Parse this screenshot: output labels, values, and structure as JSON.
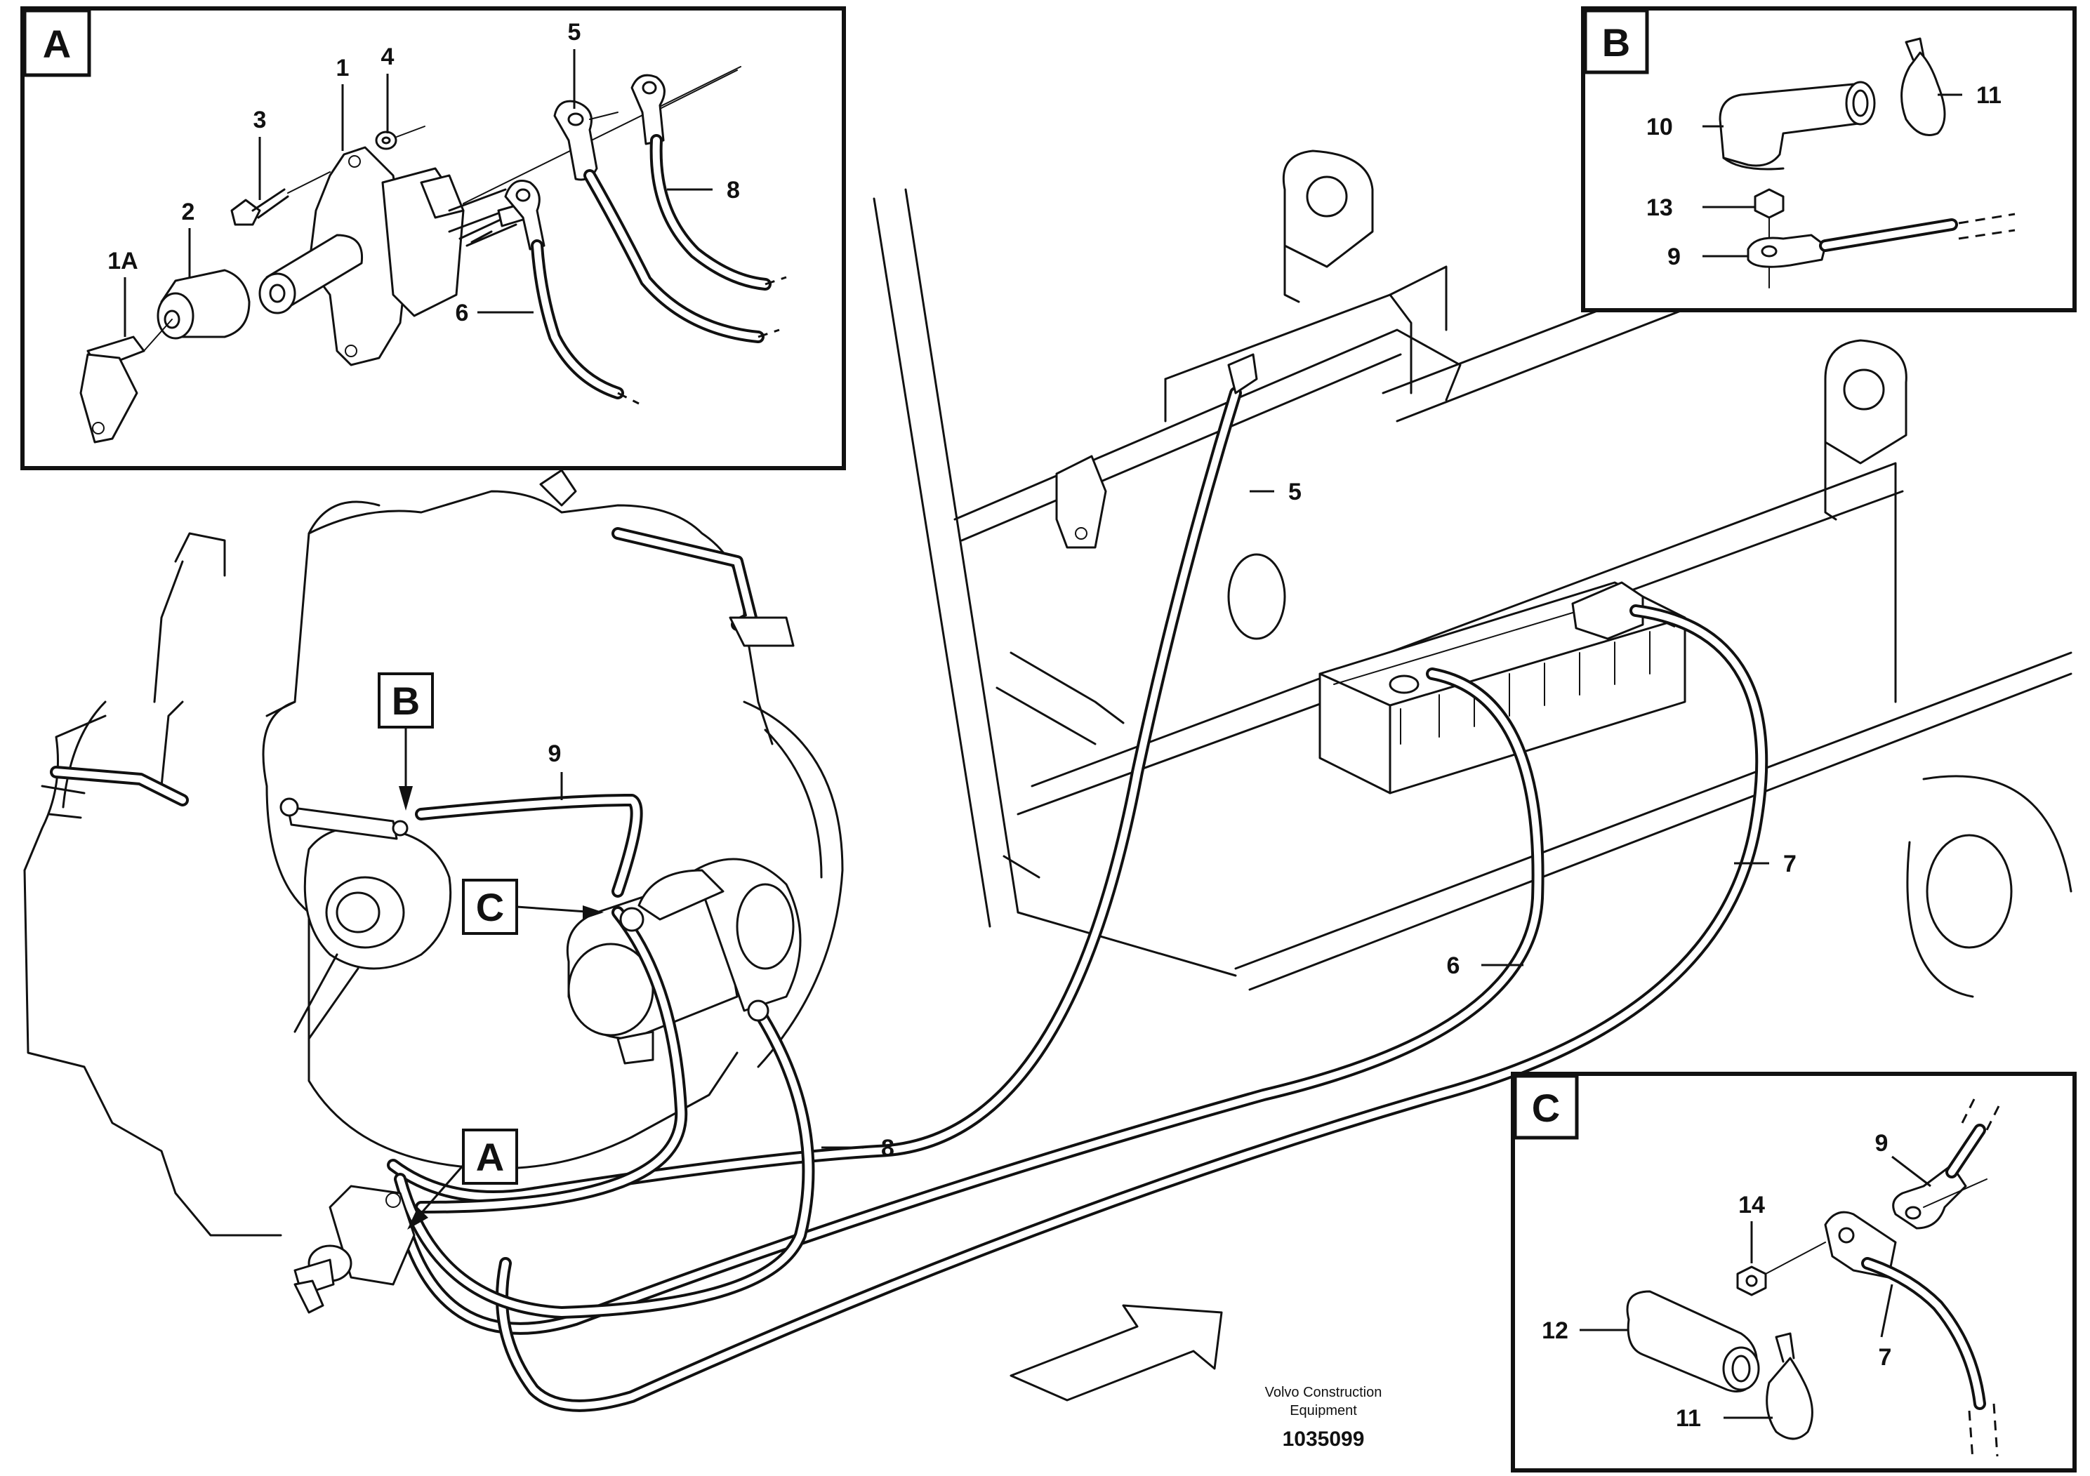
{
  "detail_boxes": {
    "A": {
      "label": "A"
    },
    "B": {
      "label": "B"
    },
    "C": {
      "label": "C"
    }
  },
  "callouts_main": {
    "B": "B",
    "C": "C",
    "A": "A"
  },
  "part_numbers": {
    "box_a": [
      "1",
      "4",
      "3",
      "5",
      "2",
      "1A",
      "8",
      "6"
    ],
    "box_b": [
      "11",
      "10",
      "13",
      "9"
    ],
    "box_c": [
      "9",
      "14",
      "12",
      "7",
      "11"
    ],
    "main": [
      "5",
      "9",
      "7",
      "6",
      "8"
    ]
  },
  "credit": {
    "line1": "Volvo Construction",
    "line2": "Equipment"
  },
  "document_number": "1035099",
  "colors": {
    "ink": "#111111",
    "paper": "#ffffff"
  }
}
